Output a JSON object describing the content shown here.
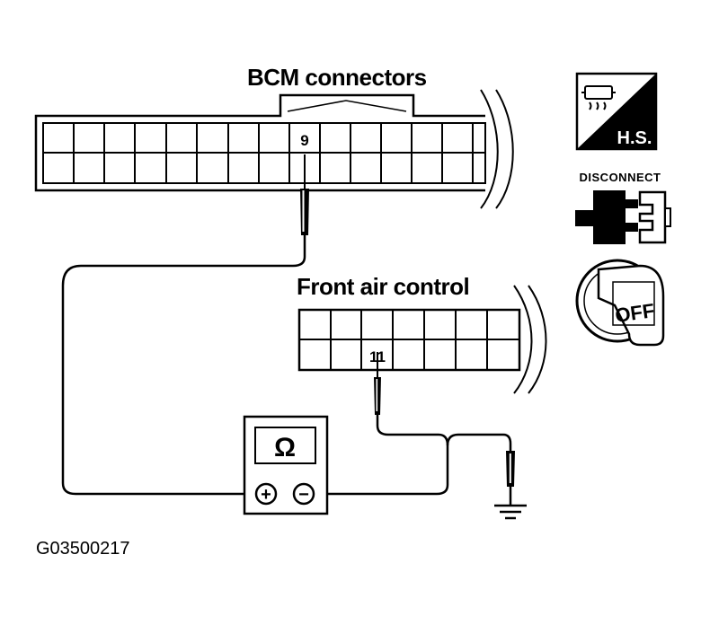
{
  "labels": {
    "bcm_title": "BCM connectors",
    "front_title": "Front air control",
    "bcm_pin": "9",
    "front_pin": "11",
    "meter_symbol": "Ω",
    "plus": "+",
    "minus": "−",
    "figure_code": "G03500217"
  },
  "icons": {
    "hs_label": "H.S.",
    "disconnect_label": "DISCONNECT",
    "off_label": "OFF"
  }
}
